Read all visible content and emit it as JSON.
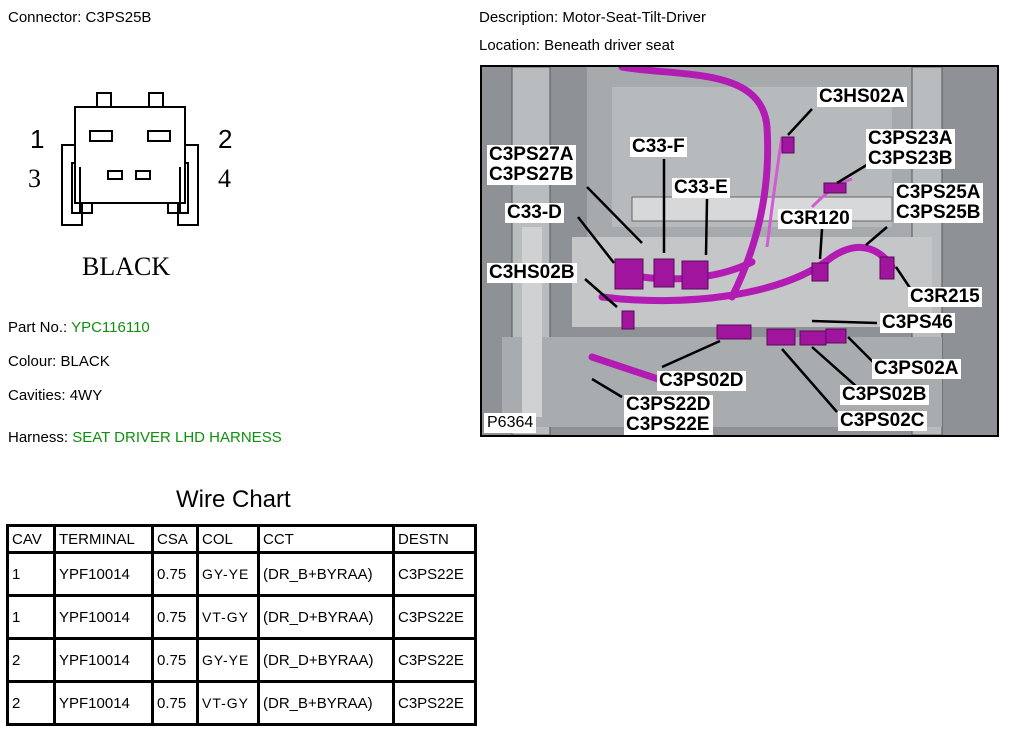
{
  "connector": {
    "label": "Connector:",
    "value": "C3PS25B",
    "pins": [
      "1",
      "2",
      "3",
      "4"
    ],
    "housing_color_label": "BLACK"
  },
  "description": {
    "label": "Description:",
    "value": "Motor-Seat-Tilt-Driver"
  },
  "location": {
    "label": "Location:",
    "value": "Beneath driver seat"
  },
  "part_no": {
    "label": "Part No.:",
    "value": "YPC116110"
  },
  "colour": {
    "label": "Colour:",
    "value": "BLACK"
  },
  "cavities": {
    "label": "Cavities:",
    "value": "4WY"
  },
  "harness": {
    "label": "Harness:",
    "value": "SEAT DRIVER LHD HARNESS"
  },
  "photo": {
    "figure_id": "P6364",
    "callouts": [
      "C3HS02A",
      "C3PS23A",
      "C3PS23B",
      "C3PS27A",
      "C3PS27B",
      "C33-F",
      "C33-E",
      "C33-D",
      "C3PS25A",
      "C3PS25B",
      "C3R120",
      "C3HS02B",
      "C3R215",
      "C3PS46",
      "C3PS02A",
      "C3PS02D",
      "C3PS02B",
      "C3PS22D",
      "C3PS22E",
      "C3PS02C"
    ]
  },
  "wire_chart": {
    "title": "Wire Chart",
    "headers": [
      "CAV",
      "TERMINAL",
      "CSA",
      "COL",
      "CCT",
      "DESTN"
    ],
    "rows": [
      [
        "1",
        "YPF10014",
        "0.75",
        "GY-YE",
        "(DR_B+BYRAA)",
        "C3PS22E"
      ],
      [
        "1",
        "YPF10014",
        "0.75",
        "VT-GY",
        "(DR_D+BYRAA)",
        "C3PS22E"
      ],
      [
        "2",
        "YPF10014",
        "0.75",
        "GY-YE",
        "(DR_D+BYRAA)",
        "C3PS22E"
      ],
      [
        "2",
        "YPF10014",
        "0.75",
        "VT-GY",
        "(DR_B+BYRAA)",
        "C3PS22E"
      ]
    ]
  },
  "colors": {
    "harness_magenta": "#b21cb2",
    "green_text": "#0f8f0f"
  }
}
